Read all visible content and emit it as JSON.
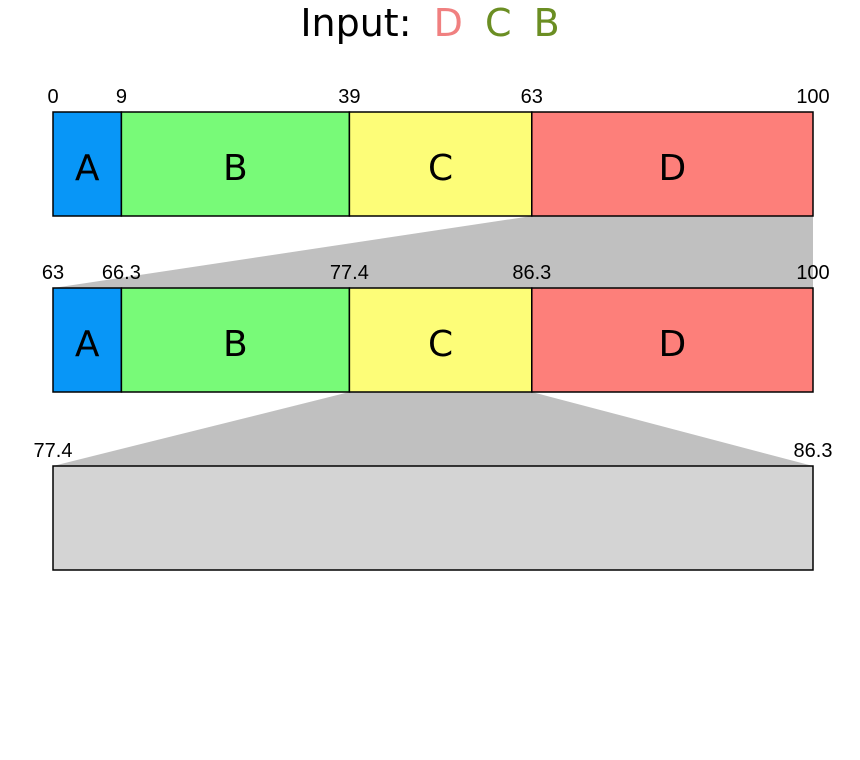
{
  "title": {
    "prefix": "Input:",
    "symbols": [
      {
        "text": "D",
        "color": "#f08080"
      },
      {
        "text": "C",
        "color": "#6b8e23"
      },
      {
        "text": "B",
        "color": "#6b8e23"
      }
    ]
  },
  "segments": [
    {
      "label": "A",
      "color": "#0896f7"
    },
    {
      "label": "B",
      "color": "#78fa78"
    },
    {
      "label": "C",
      "color": "#fdfd78"
    },
    {
      "label": "D",
      "color": "#fd7f7a"
    }
  ],
  "bars": [
    {
      "range": [
        0,
        100
      ],
      "boundaries": [
        0,
        9,
        39,
        63,
        100
      ],
      "tick_labels": [
        "0",
        "9",
        "39",
        "63",
        "100"
      ],
      "filled": true
    },
    {
      "range": [
        63,
        100
      ],
      "boundaries": [
        63,
        66.33,
        77.43,
        86.31,
        100
      ],
      "tick_labels": [
        "63",
        "66.3",
        "77.4",
        "86.3",
        "100"
      ],
      "filled": true
    },
    {
      "range": [
        77.4,
        86.3
      ],
      "tick_labels": [
        "77.4",
        "86.3"
      ],
      "filled": false,
      "empty_color": "#d4d4d4"
    }
  ],
  "zoom_color": "#c0c0c0"
}
